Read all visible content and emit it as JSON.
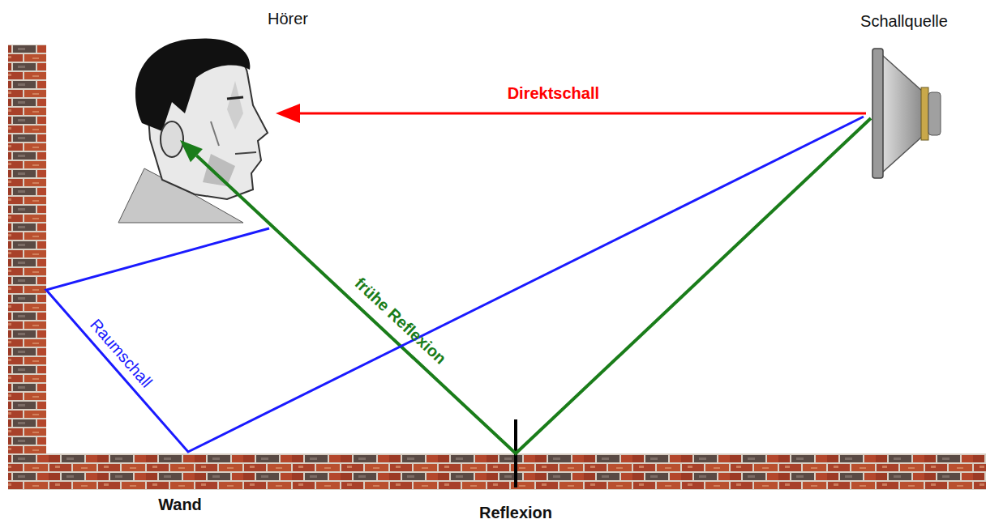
{
  "diagram": {
    "nodes": [
      {
        "text": [
          "Hörer"
        ]
      },
      {
        "text": [
          "Schallquelle"
        ]
      }
    ],
    "edges": [
      {
        "from": 1,
        "to": 0,
        "arrow": "to",
        "label": "Direktschall"
      },
      {
        "from": 1,
        "to": 0,
        "arrow": "to",
        "label": "frühe Reflexion"
      },
      {
        "from": 1,
        "to": 0,
        "arrow": "none",
        "label": "Raumschall"
      }
    ],
    "labels": [
      "Wand",
      "Reflexion"
    ]
  }
}
